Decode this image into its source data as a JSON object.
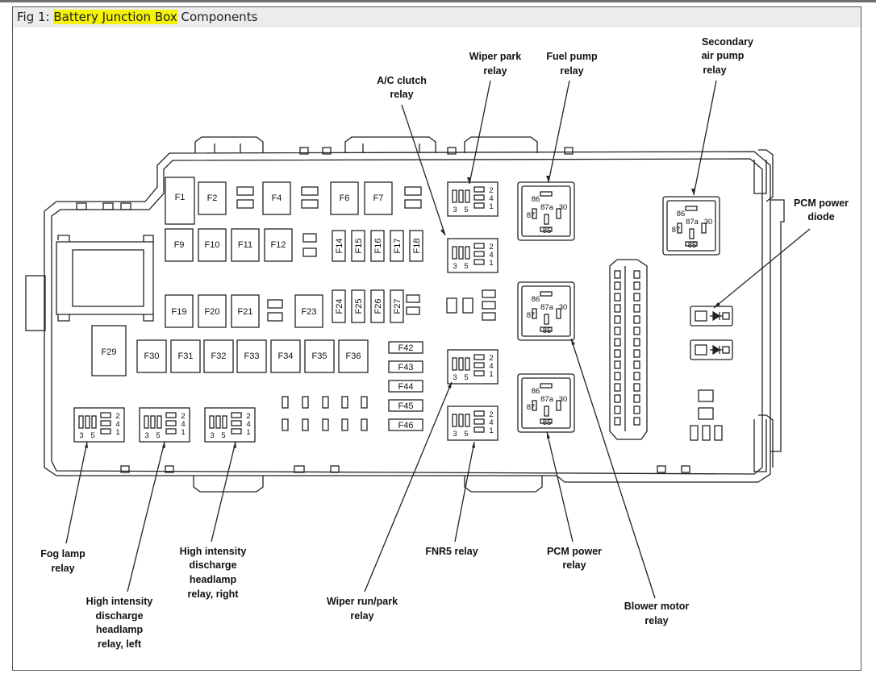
{
  "caption": {
    "prefix": "Fig 1: ",
    "highlight": "Battery Junction Box",
    "suffix": " Components"
  },
  "colors": {
    "highlight": "#f5f20a",
    "caption_bg": "#ececec",
    "line": "#222222"
  },
  "fuses": {
    "row1": [
      "F1",
      "F2",
      "F4",
      "F6",
      "F7"
    ],
    "row2": [
      "F9",
      "F10",
      "F11",
      "F12"
    ],
    "row2_vertical": [
      "F14",
      "F15",
      "F16",
      "F17",
      "F18"
    ],
    "row3": [
      "F19",
      "F20",
      "F21",
      "F23"
    ],
    "row3_vertical": [
      "F24",
      "F25",
      "F26",
      "F27"
    ],
    "row4": [
      "F29",
      "F30",
      "F31",
      "F32",
      "F33",
      "F34",
      "F35",
      "F36"
    ],
    "small": [
      "F42",
      "F43",
      "F44",
      "F45",
      "F46"
    ]
  },
  "relay_pins": {
    "mini_left": [
      "3",
      "5"
    ],
    "mini_right": [
      "2",
      "4",
      "1"
    ],
    "iso": [
      "86",
      "87a",
      "87",
      "30",
      "85"
    ]
  },
  "callouts": {
    "ac_clutch": [
      "A/C clutch",
      "relay"
    ],
    "wiper_park": [
      "Wiper park",
      "relay"
    ],
    "fuel_pump": [
      "Fuel pump",
      "relay"
    ],
    "secondary_air": [
      "Secondary",
      "air pump",
      "relay"
    ],
    "pcm_diode": [
      "PCM power",
      "diode"
    ],
    "fog_lamp": [
      "Fog lamp",
      "relay"
    ],
    "hid_left": [
      "High intensity",
      "discharge",
      "headlamp",
      "relay, left"
    ],
    "hid_right": [
      "High intensity",
      "discharge",
      "headlamp",
      "relay, right"
    ],
    "wiper_run": [
      "Wiper run/park",
      "relay"
    ],
    "fnr5": [
      "FNR5 relay"
    ],
    "pcm_relay": [
      "PCM power",
      "relay"
    ],
    "blower": [
      "Blower motor",
      "relay"
    ]
  }
}
